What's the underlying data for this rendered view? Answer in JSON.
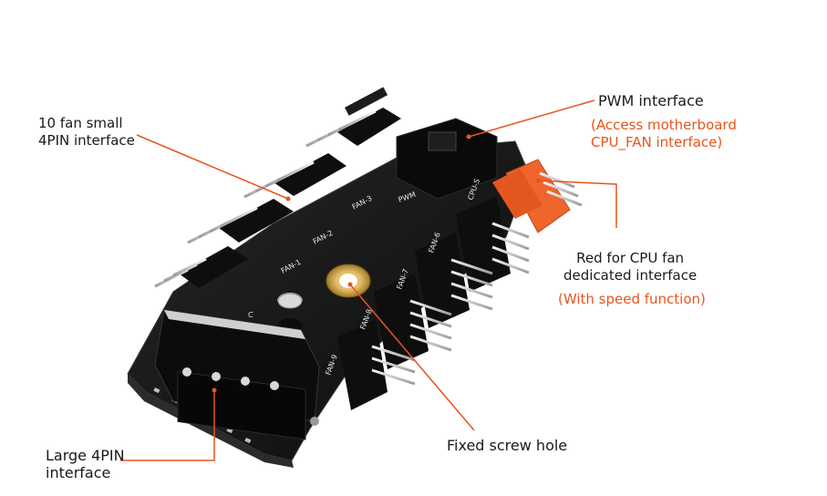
{
  "labels": {
    "fan_small": "10 fan small\n4PIN interface",
    "pwm_title": "PWM interface",
    "pwm_note": "(Access motherboard\nCPU_FAN interface)",
    "cpu_title": "Red for CPU fan\ndedicated interface",
    "cpu_note": "(With speed function)",
    "screw": "Fixed screw hole",
    "large4pin": "Large 4PIN\ninterface"
  },
  "silkscreen": {
    "pwm": "PWM",
    "cpu": "CPU-S",
    "fans": [
      "FAN-1",
      "FAN-2",
      "FAN-3",
      "FAN-6",
      "FAN-7",
      "FAN-8",
      "FAN-9"
    ],
    "cap_mark": "C"
  },
  "colors": {
    "callout_line": "#e8541c",
    "red_text": "#e8541c",
    "pcb": "#141414",
    "connector": "#0e0e0e",
    "cpu_connector": "#f0652d",
    "brass": "#c9a24a"
  }
}
